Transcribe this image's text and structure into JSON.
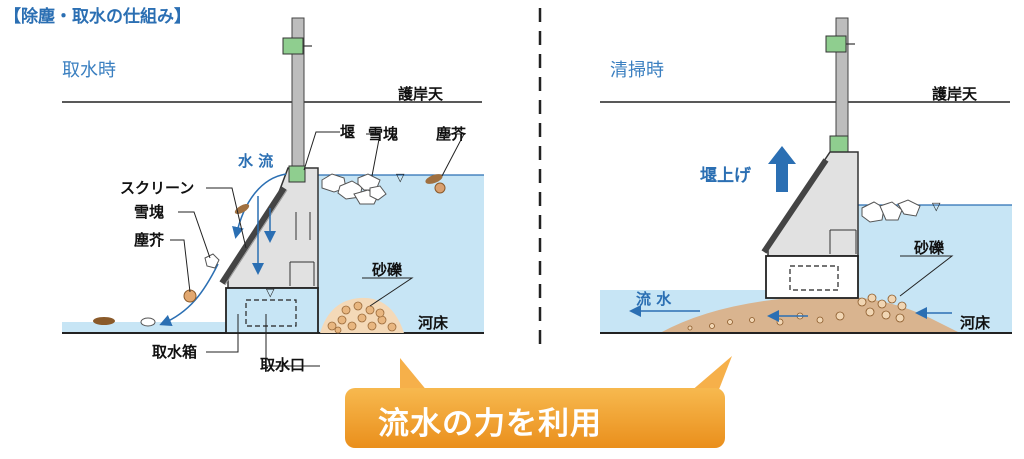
{
  "title": "【除塵・取水の仕組み】",
  "left_panel": {
    "heading": "取水時",
    "labels": {
      "bank_top": "護岸天",
      "water_flow": "水 流",
      "weir": "堰",
      "snow_lump_top": "雪塊",
      "debris_top": "塵芥",
      "screen": "スクリーン",
      "snow_lump": "雪塊",
      "debris": "塵芥",
      "gravel": "砂礫",
      "riverbed": "河床",
      "intake_box": "取水箱",
      "intake_port": "取水口"
    }
  },
  "right_panel": {
    "heading": "清掃時",
    "labels": {
      "bank_top": "護岸天",
      "weir_raise": "堰上げ",
      "gravel": "砂礫",
      "water_flow": "流 水",
      "riverbed": "河床"
    }
  },
  "callout": {
    "text": "流水の力を利用"
  },
  "colors": {
    "water": "#c7e5f5",
    "title": "#2b6fb3",
    "gravel": "#d9b48f",
    "callout": "#f2a33a",
    "weir_gray": "#d8d8d8",
    "gate_green": "#8fce8f"
  }
}
